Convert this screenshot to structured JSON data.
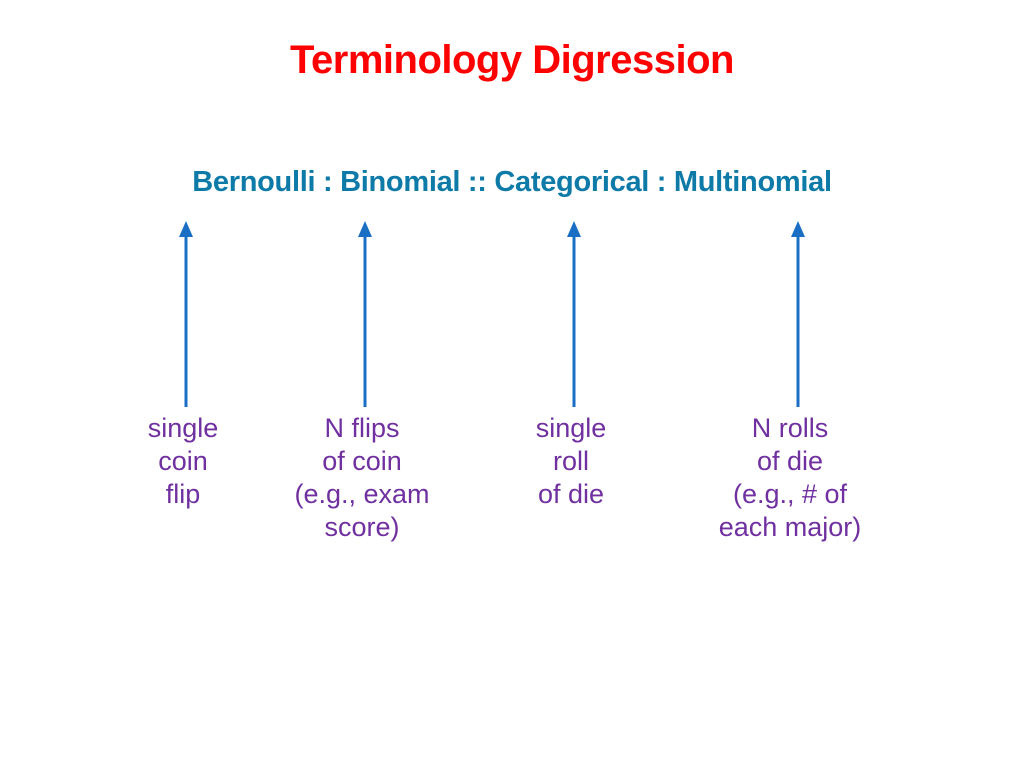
{
  "slide": {
    "title": "Terminology Digression",
    "analogy": "Bernoulli : Binomial :: Categorical : Multinomial",
    "colors": {
      "title": "#ff0000",
      "analogy": "#0e7aa8",
      "arrows": "#1a6fc4",
      "labels": "#7030a0"
    },
    "columns": [
      {
        "term": "Bernoulli",
        "lines": [
          "single",
          "coin",
          "flip"
        ]
      },
      {
        "term": "Binomial",
        "lines": [
          "N flips",
          "of coin",
          "(e.g., exam",
          "score)"
        ]
      },
      {
        "term": "Categorical",
        "lines": [
          "single",
          "roll",
          "of die"
        ]
      },
      {
        "term": "Multinomial",
        "lines": [
          "N rolls",
          "of die",
          "(e.g., # of",
          "each major)"
        ]
      }
    ]
  }
}
